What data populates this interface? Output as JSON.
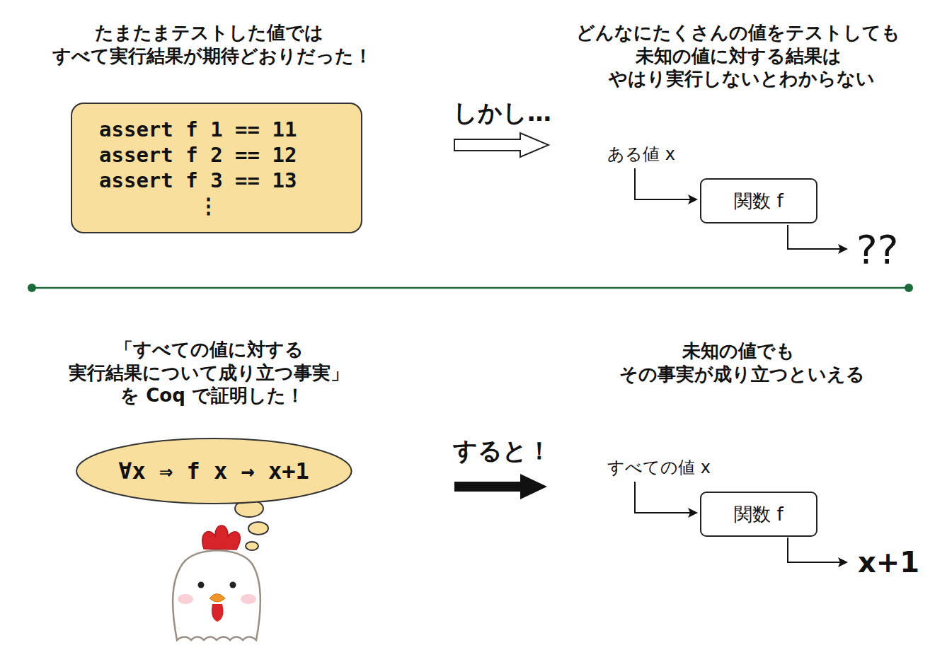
{
  "diagram": {
    "nodes": [
      {
        "text": [
          "assert f 1 == 11",
          "assert f 2 == 12",
          "assert f 3 == 13",
          "⋮"
        ]
      },
      {
        "text": [
          "関数 f"
        ]
      },
      {
        "text": [
          "∀x ⇒ f x → x+1"
        ]
      },
      {
        "text": [
          "関数 f"
        ]
      }
    ],
    "labels": [
      "たまたまテストした値では すべて実行結果が期待どおりだった！",
      "しかし…",
      "どんなにたくさんの値をテストしても 未知の値に対する結果は やはり実行しないとわからない",
      "ある値 x",
      "??",
      "「すべての値に対する 実行結果について成り立つ事実」 を Coq で証明した！",
      "すると！",
      "未知の値でも その事実が成り立つといえる",
      "すべての値 x",
      "x+1"
    ]
  }
}
